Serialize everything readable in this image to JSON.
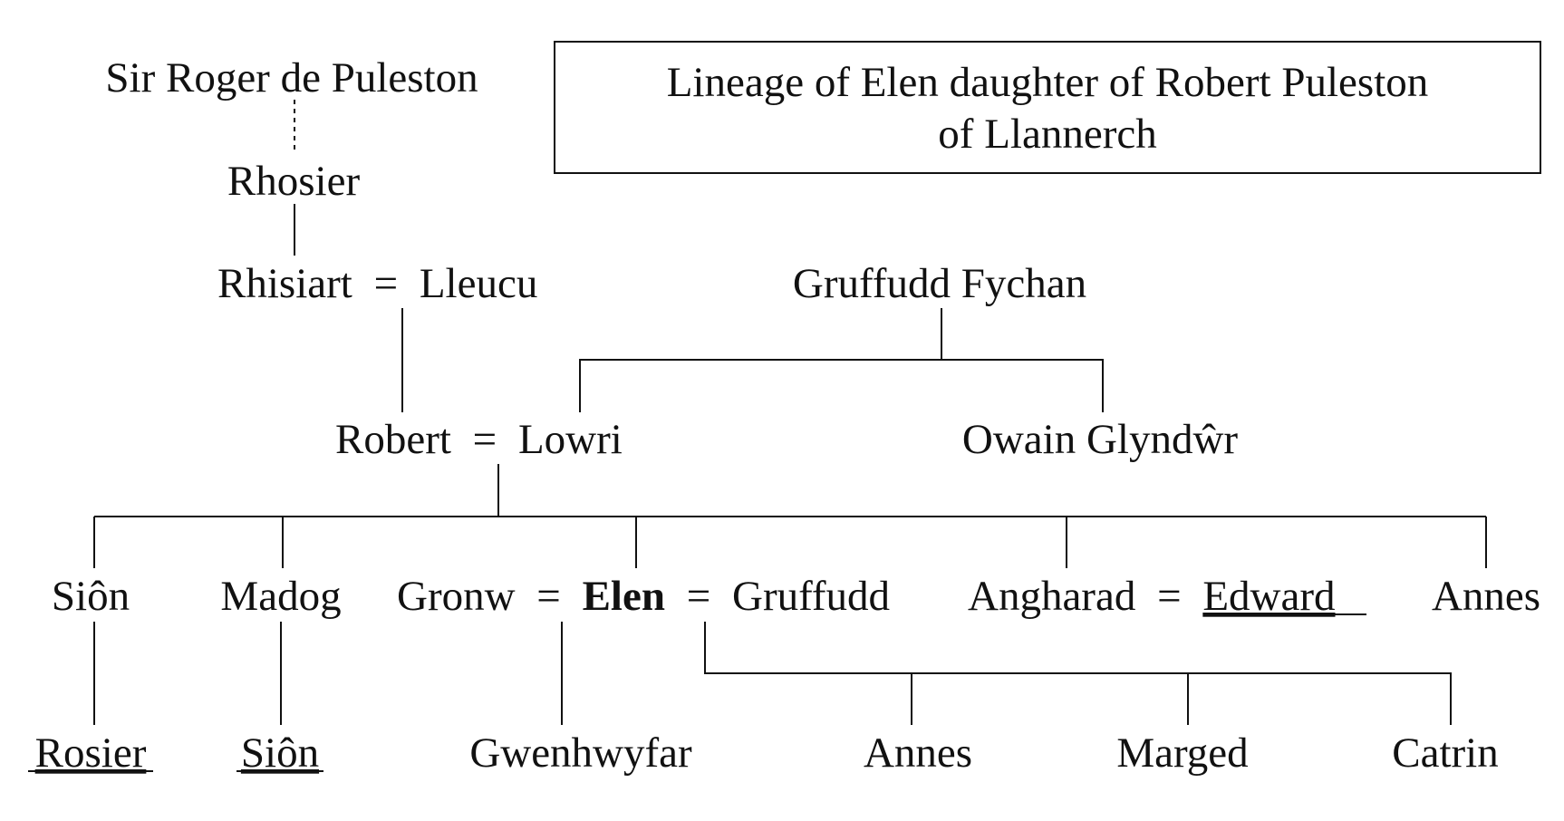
{
  "title": {
    "line1": "Lineage of Elen daughter of Robert Puleston",
    "line2": "of Llannerch"
  },
  "people": {
    "sir_roger": "Sir Roger de Puleston",
    "rhosier": "Rhosier",
    "rhisiart": "Rhisiart",
    "lleucu": "Lleucu",
    "gruffudd_fychan": "Gruffudd Fychan",
    "robert": "Robert",
    "lowri": "Lowri",
    "owain": "Owain Glyndŵr",
    "sion": "Siôn",
    "madog": "Madog",
    "gronw": "Gronw",
    "elen": "Elen",
    "gruffudd": "Gruffudd",
    "angharad": "Angharad",
    "edward": "Edward",
    "annes_sister": "Annes",
    "rosier": "Rosier",
    "sion_son": "Siôn",
    "gwenhwyfar": "Gwenhwyfar",
    "annes_daughter": "Annes",
    "marged": "Marged",
    "catrin": "Catrin"
  },
  "marriage_sign": "="
}
